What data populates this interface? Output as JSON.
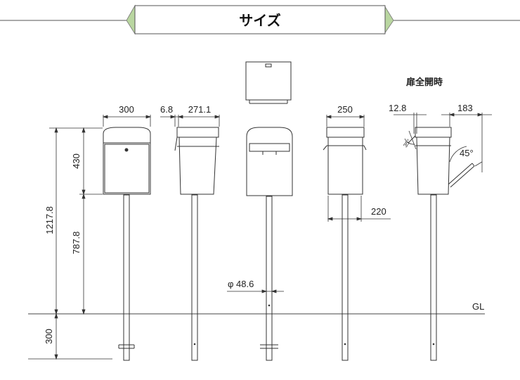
{
  "header": {
    "title": "サイズ",
    "band_color": "#c9e0b4"
  },
  "labels": {
    "door_fully_open": "扉全開時",
    "ground_line": "GL",
    "front_width": "300",
    "side_flap": "6.8",
    "side_depth": "271.1",
    "rear_width": "250",
    "open_flap": "12.8",
    "open_reach": "183",
    "open_angle": "45°",
    "small_angle": "35°",
    "post_offset": "220",
    "post_diameter": "φ 48.6",
    "box_height": "430",
    "post_height": "787.8",
    "total_height": "1217.8",
    "buried_depth": "300"
  }
}
